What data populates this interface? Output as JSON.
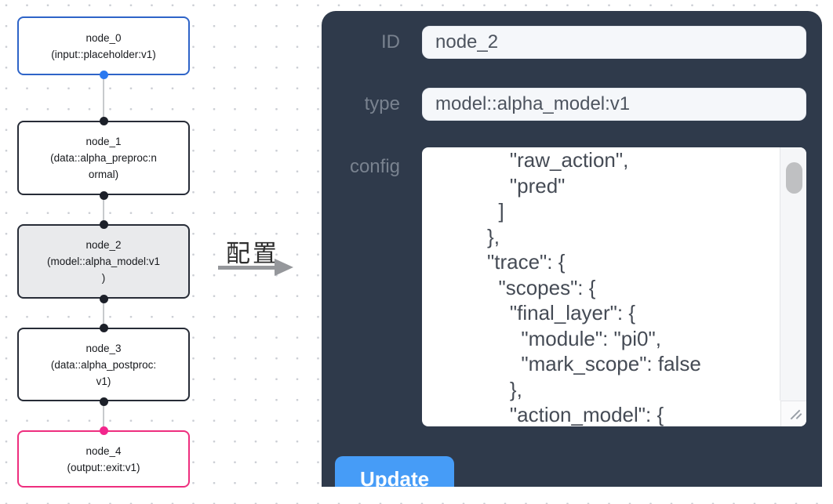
{
  "graph": {
    "nodes": [
      {
        "id": "node_0",
        "label_lines": [
          "node_0",
          "(input::placeholder:v1)"
        ],
        "border_color": "#2e64c8",
        "bg": "#ffffff",
        "port_bottom_color": "#2b79f0",
        "selected": false
      },
      {
        "id": "node_1",
        "label_lines": [
          "node_1",
          "(data::alpha_preproc:n",
          "ormal)"
        ],
        "border_color": "#272c37",
        "bg": "#ffffff",
        "port_top_color": "#1c2029",
        "port_bottom_color": "#1c2029",
        "selected": false
      },
      {
        "id": "node_2",
        "label_lines": [
          "node_2",
          "(model::alpha_model:v1",
          ")"
        ],
        "border_color": "#272c37",
        "bg": "#e9eaec",
        "port_top_color": "#1c2029",
        "port_bottom_color": "#1c2029",
        "selected": true
      },
      {
        "id": "node_3",
        "label_lines": [
          "node_3",
          "(data::alpha_postproc:",
          "v1)"
        ],
        "border_color": "#272c37",
        "bg": "#ffffff",
        "port_top_color": "#1c2029",
        "port_bottom_color": "#1c2029",
        "selected": false
      },
      {
        "id": "node_4",
        "label_lines": [
          "node_4",
          "(output::exit:v1)"
        ],
        "border_color": "#ee2e7e",
        "bg": "#ffffff",
        "port_top_color": "#f2268c",
        "selected": false
      }
    ],
    "edge_color": "#c7cacd"
  },
  "transition": {
    "label": "配置",
    "arrow_color": "#95979b"
  },
  "panel": {
    "bg_color": "#2f3a4b",
    "label_color": "#79828f",
    "fields": [
      {
        "label": "ID",
        "value": "node_2"
      },
      {
        "label": "type",
        "value": "model::alpha_model:v1"
      }
    ],
    "config": {
      "label": "config",
      "lines": [
        "             \"raw_action\",",
        "             \"pred\"",
        "           ]",
        "         },",
        "         \"trace\": {",
        "           \"scopes\": {",
        "             \"final_layer\": {",
        "               \"module\": \"pi0\",",
        "               \"mark_scope\": false",
        "             },",
        "             \"action_model\": {"
      ]
    },
    "update_label": "Update",
    "button_color": "#469cf7"
  }
}
